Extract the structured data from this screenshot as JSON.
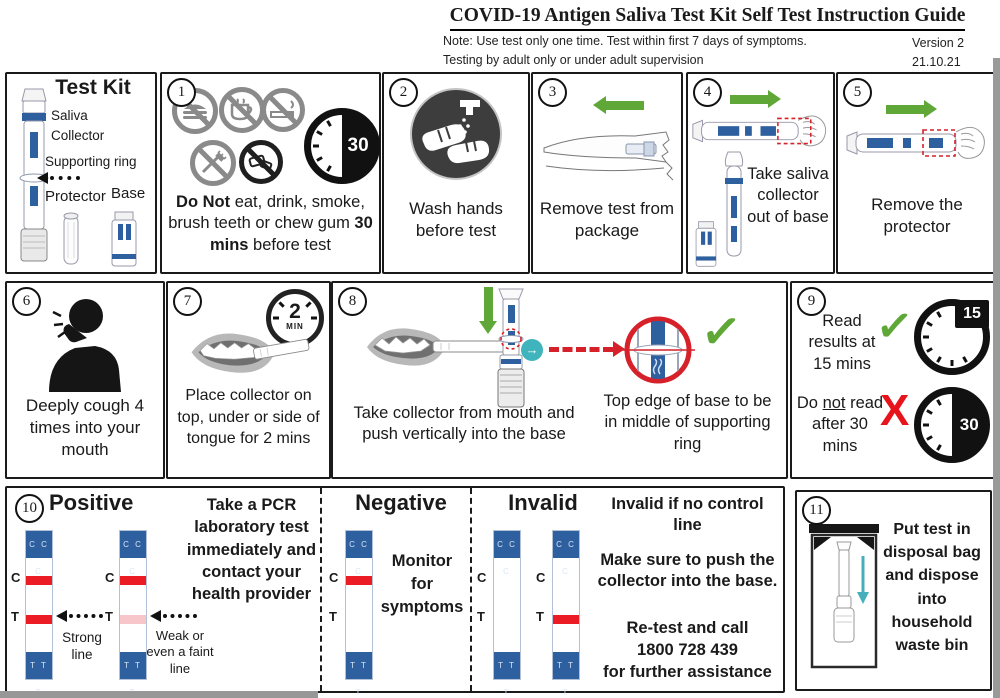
{
  "header": {
    "title": "COVID-19 Antigen Saliva Test Kit Self Test Instruction Guide",
    "note_line1": "Note: Use test only one time. Test within first 7 days of symptoms.",
    "note_line2": "Testing by adult only or under adult supervision",
    "version": "Version 2",
    "date": "21.10.21"
  },
  "kit": {
    "title": "Test Kit",
    "saliva": "Saliva Collector",
    "ring": "Supporting ring",
    "protector": "Protector",
    "base": "Base"
  },
  "steps": {
    "s1": {
      "num": "1",
      "do_not": "Do Not",
      "t1": " eat, drink, smoke, brush teeth or chew gum ",
      "mins": "30 mins",
      "t2": " before test",
      "timer_value": "30"
    },
    "s2": {
      "num": "2",
      "caption": "Wash hands before test"
    },
    "s3": {
      "num": "3",
      "caption": "Remove test from package"
    },
    "s4": {
      "num": "4",
      "caption": "Take saliva collector out of base"
    },
    "s5": {
      "num": "5",
      "caption": "Remove the protector"
    },
    "s6": {
      "num": "6",
      "caption": "Deeply cough 4 times into your mouth"
    },
    "s7": {
      "num": "7",
      "caption": "Place collector on top, under or side of tongue for 2 mins",
      "clock_value": "2",
      "clock_unit": "MIN"
    },
    "s8": {
      "num": "8",
      "caption_left": "Take collector from mouth and push vertically into the base",
      "caption_right": "Top edge of base to be in middle of supporting ring"
    },
    "s9": {
      "num": "9",
      "read_caption": "Read results at 15 mins",
      "clock_15": "15",
      "no_pre": "Do ",
      "no_not": "not",
      "no_post": " read after 30 mins",
      "clock_30": "30"
    },
    "s10": {
      "num": "10",
      "positive": {
        "heading": "Positive",
        "advice": "Take a PCR laboratory test immediately and contact your health provider",
        "strong_label": "Strong line",
        "weak_label": "Weak or even a faint line"
      },
      "negative": {
        "heading": "Negative",
        "note": "Monitor for symptoms"
      },
      "invalid": {
        "heading": "Invalid",
        "no_control": "Invalid if no control line",
        "push": "Make sure to push the collector into the base.",
        "retest": "Re-test and call",
        "phone": "1800 728 439",
        "assist": "for further assistance"
      },
      "strip": {
        "top": "C C C",
        "bottom": "T T T",
        "c": "C",
        "t": "T"
      }
    },
    "s11": {
      "num": "11",
      "caption": "Put test in disposal bag and dispose into household waste bin"
    }
  },
  "marks": {
    "check": "✓",
    "cross": "X",
    "teal_arrow": "→"
  },
  "colors": {
    "strip_blue": "#2e5f9e",
    "line_red": "#ec1c24",
    "line_faint": "#f6c6cb",
    "green": "#5fa838",
    "teal": "#3fb4bc",
    "ban_gray": "#8a8a8a",
    "ink": "#1a1a1a"
  },
  "icons": [
    "no-eating-icon",
    "no-drinking-icon",
    "no-smoking-icon",
    "no-toothbrush-icon",
    "no-chewing-gum-icon",
    "timer-30-icon",
    "wash-hands-icon",
    "green-arrow-icon",
    "clock-2min-icon",
    "clock-15-icon",
    "clock-30-icon",
    "check-icon",
    "cross-icon",
    "teal-arrow-icon",
    "dashed-arrow-icon",
    "test-strip",
    "disposal-bag"
  ]
}
